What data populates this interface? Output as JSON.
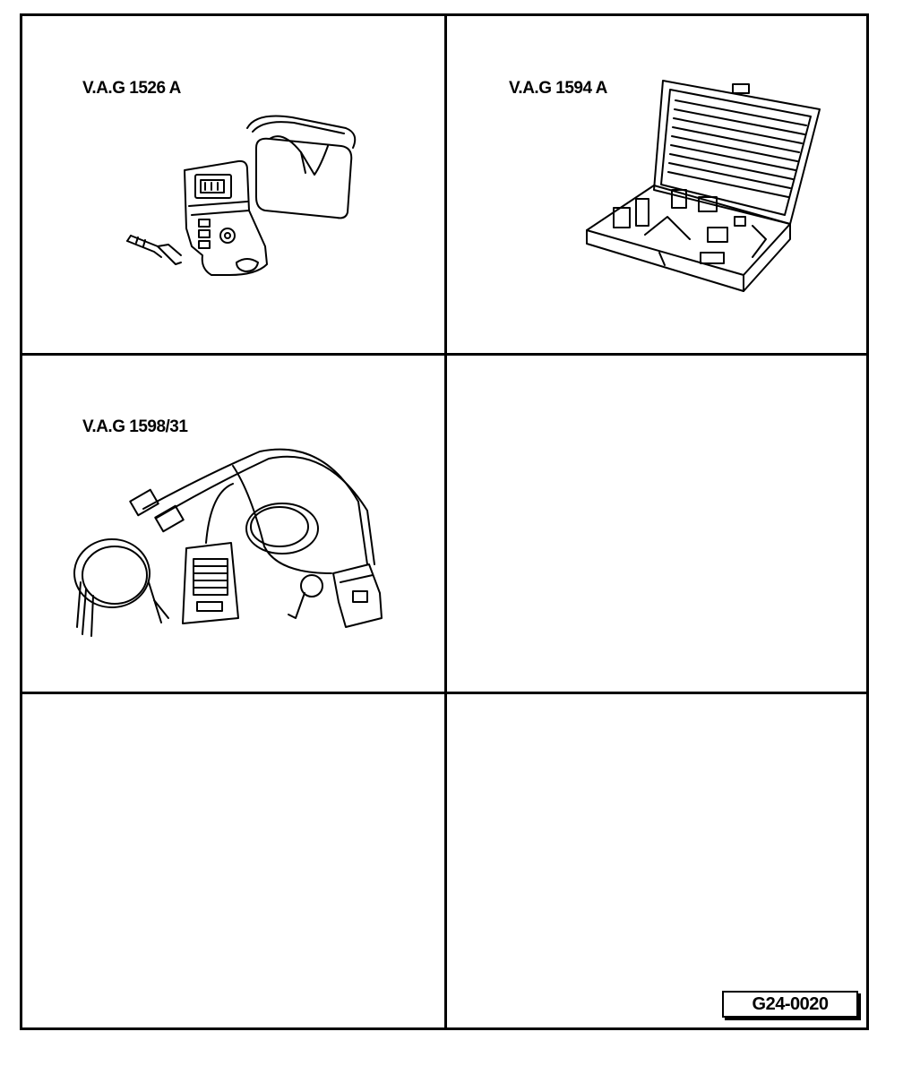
{
  "cells": [
    {
      "label": "V.A.G 1526 A",
      "tool_icon": "multimeter-icon"
    },
    {
      "label": "V.A.G 1594 A",
      "tool_icon": "adapter-case-icon"
    },
    {
      "label": "V.A.G 1598/31",
      "tool_icon": "test-harness-icon"
    }
  ],
  "figure_code": "G24-0020",
  "colors": {
    "line": "#000000",
    "background": "#ffffff"
  }
}
